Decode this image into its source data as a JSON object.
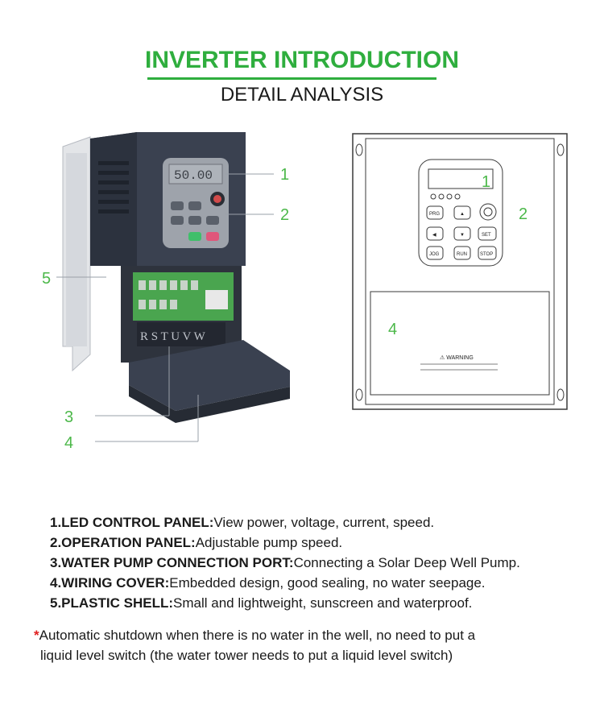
{
  "header": {
    "title": "INVERTER INTRODUCTION",
    "subtitle": "DETAIL ANALYSIS"
  },
  "photo": {
    "callouts": [
      "1",
      "2",
      "5",
      "3",
      "4"
    ],
    "display_text": "50.00",
    "terminal_text": "R S T U V W"
  },
  "drawing": {
    "callouts": [
      "1",
      "2",
      "4"
    ],
    "warning_title": "⚠ WARNING",
    "keys": [
      "PRG",
      "▲",
      "◀",
      "▼",
      "SET",
      "JOG",
      "RUN",
      "STOP"
    ]
  },
  "features": [
    {
      "label": "1.LED CONTROL PANEL:",
      "text": "View power, voltage, current, speed."
    },
    {
      "label": "2.OPERATION PANEL:",
      "text": "Adjustable pump speed."
    },
    {
      "label": "3.WATER PUMP CONNECTION PORT:",
      "text": "Connecting a Solar Deep Well Pump."
    },
    {
      "label": "4.WIRING COVER:",
      "text": "Embedded design, good sealing, no water seepage."
    },
    {
      "label": "5.PLASTIC SHELL:",
      "text": "Small and lightweight, sunscreen and waterproof."
    }
  ],
  "note": {
    "star": "*",
    "line1": "Automatic shutdown when there is no water in the well, no need to put a",
    "line2": "liquid level switch (the water tower needs to put a liquid level switch)"
  },
  "colors": {
    "accent": "#2fae3e",
    "callout": "#4cb84a",
    "star": "#e02020",
    "body_shell": "#3a4150",
    "terminal_green": "#3fae4a"
  }
}
